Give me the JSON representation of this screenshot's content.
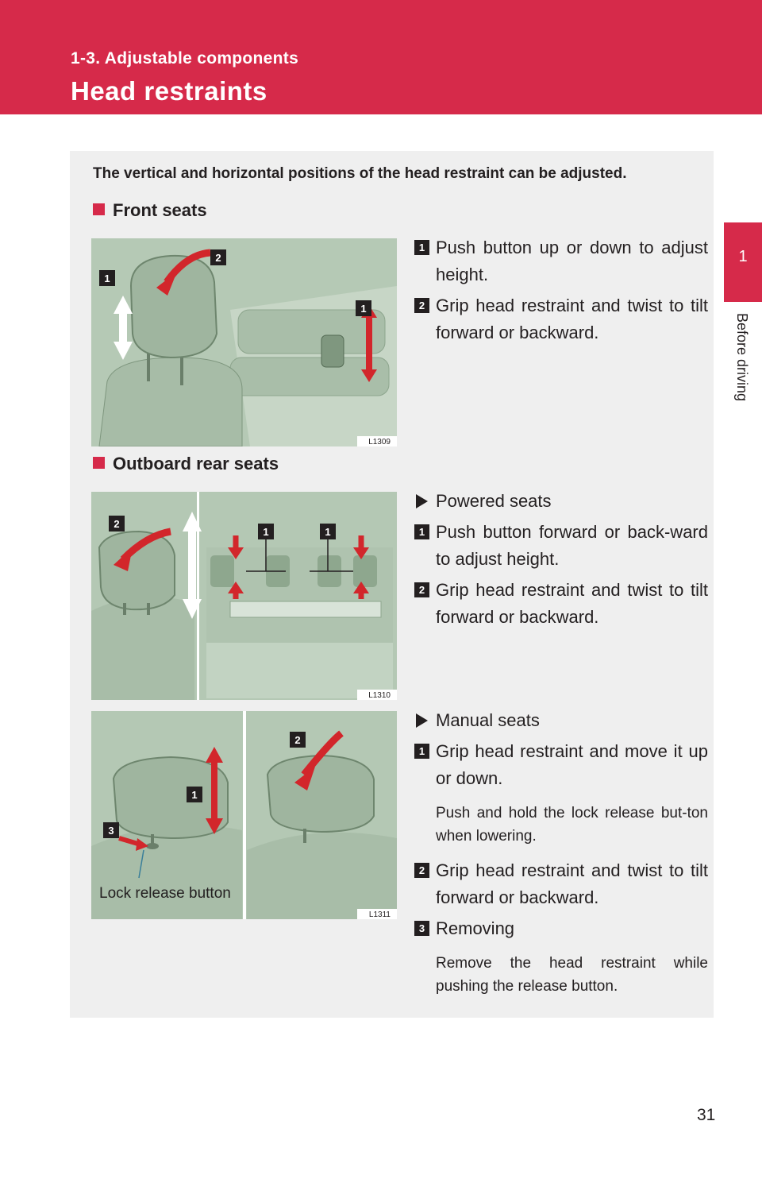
{
  "header": {
    "section": "1-3. Adjustable components",
    "title": "Head restraints"
  },
  "side_tab": {
    "number": "1",
    "label": "Before driving"
  },
  "intro": "The vertical and horizontal positions of the head restraint can be adjusted.",
  "front": {
    "heading": "Front seats",
    "figure_code": "L1309",
    "steps": [
      {
        "num": "1",
        "text": "Push button up or down to adjust height."
      },
      {
        "num": "2",
        "text": "Grip head restraint and twist to tilt forward or backward."
      }
    ]
  },
  "rear": {
    "heading": "Outboard rear seats",
    "powered": {
      "label": "Powered seats",
      "figure_code": "L1310",
      "steps": [
        {
          "num": "1",
          "text": "Push button forward or back-ward to adjust height."
        },
        {
          "num": "2",
          "text": "Grip head restraint and twist to tilt forward or backward."
        }
      ]
    },
    "manual": {
      "label": "Manual seats",
      "figure_code": "L1311",
      "lock_caption": "Lock release button",
      "steps": [
        {
          "num": "1",
          "text": "Grip head restraint and move it up or down.",
          "note": "Push and hold the lock release but-ton when lowering."
        },
        {
          "num": "2",
          "text": "Grip head restraint and twist to tilt forward or backward."
        },
        {
          "num": "3",
          "text": "Removing",
          "note": "Remove the head restraint while pushing the release button."
        }
      ]
    }
  },
  "page_number": "31",
  "colors": {
    "brand": "#d62a4a",
    "panel": "#efefef",
    "illustration": "#b7cab7",
    "arrow": "#d2262b"
  }
}
